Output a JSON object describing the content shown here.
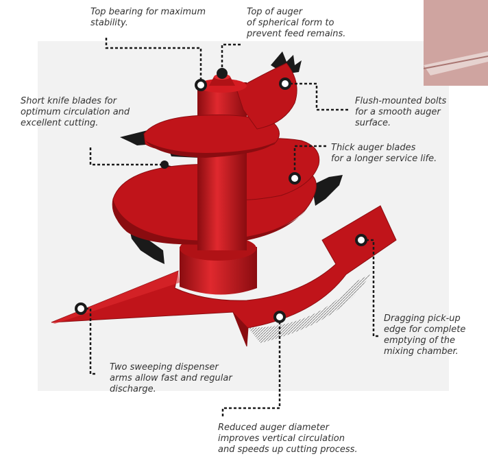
{
  "callouts": {
    "top_bearing": "Top bearing for maximum\nstability.",
    "top_auger": "Top of auger\nof spherical form to\nprevent feed remains.",
    "knife_blades": "Short knife blades for\noptimum circulation and\nexcellent cutting.",
    "bolts": "Flush-mounted bolts\nfor a smooth auger\nsurface.",
    "thick_blades": "Thick auger blades\nfor a longer service life.",
    "pickup_edge": "Dragging pick-up\nedge for complete\nemptying of the\nmixing chamber.",
    "dispenser_arms": "Two sweeping dispenser\narms allow fast and regular\ndischarge.",
    "reduced_diameter": "Reduced auger diameter\nimproves vertical circulation\nand speeds up cutting process."
  },
  "colors": {
    "auger_red": "#c0141a",
    "auger_dark": "#8a0c10",
    "auger_light": "#e0292e",
    "blade_black": "#1a1a1a",
    "text": "#333333"
  }
}
